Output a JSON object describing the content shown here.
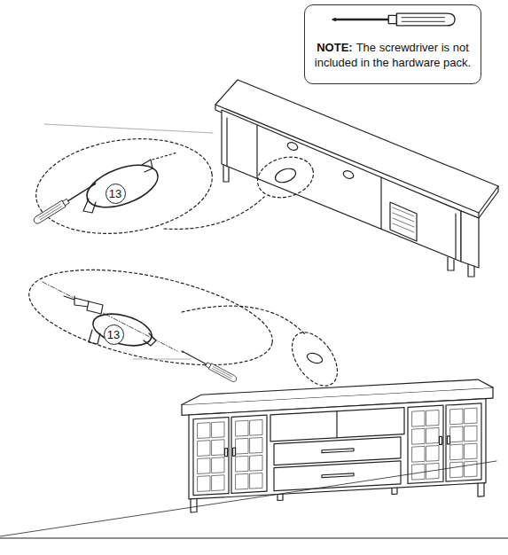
{
  "diagram": {
    "nodes": [
      {
        "text": [
          "NOTE:",
          "The screwdriver is not included in the hardware pack."
        ]
      },
      {
        "text": [
          "13"
        ]
      },
      {
        "text": [
          "13"
        ]
      }
    ]
  }
}
